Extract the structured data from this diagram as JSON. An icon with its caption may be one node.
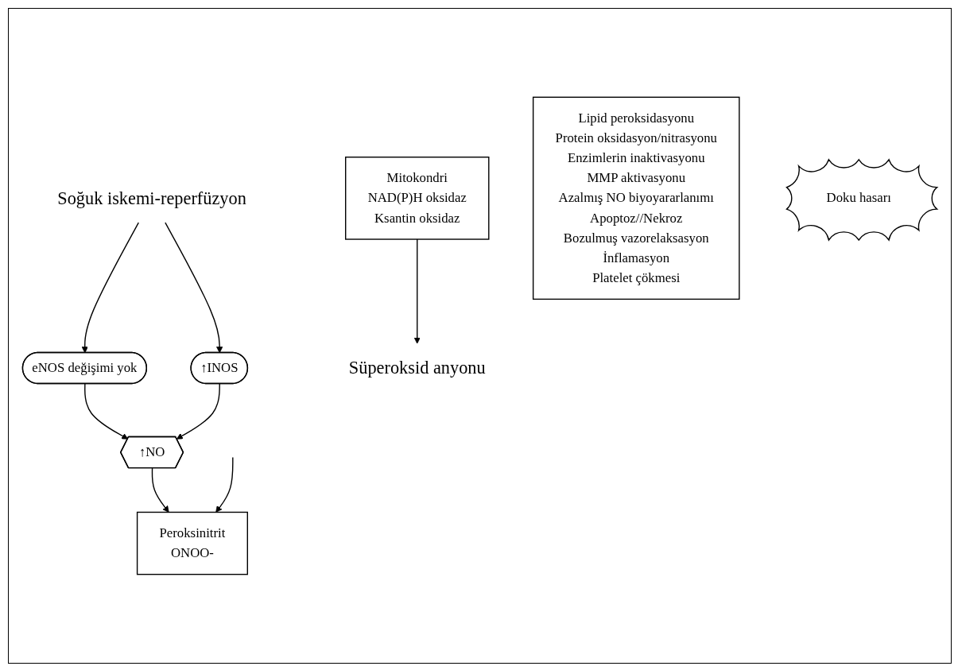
{
  "diagram": {
    "nodes": [
      {
        "text": [
          "Soğuk iskemi-reperfüzyon"
        ]
      },
      {
        "text": [
          "eNOS değişimi yok"
        ]
      },
      {
        "text": [
          "↑INOS"
        ]
      },
      {
        "text": [
          "Mitokondri",
          "NAD(P)H oksidaz",
          "Ksantin oksidaz"
        ]
      },
      {
        "text": [
          "↑NO"
        ]
      },
      {
        "text": [
          "Peroksinitrit",
          "ONOO-"
        ]
      },
      {
        "text": [
          "Süperoksid anyonu"
        ]
      },
      {
        "text": [
          "Lipid peroksidasyonu",
          "Protein oksidasyon/nitrasyonu",
          "Enzimlerin inaktivasyonu",
          "MMP aktivasyonu",
          "Azalmış NO biyoyararlanımı",
          "Apoptoz//Nekroz",
          "Bozulmuş vazorelaksasyon",
          "İnflamasyon",
          "Platelet çökmesi"
        ]
      },
      {
        "text": [
          "Doku hasarı"
        ]
      }
    ],
    "edges": [
      {
        "from": 0,
        "to": 1,
        "arrow": "to"
      },
      {
        "from": 0,
        "to": 2,
        "arrow": "to"
      },
      {
        "from": 1,
        "to": 4,
        "arrow": "to"
      },
      {
        "from": 2,
        "to": 4,
        "arrow": "to"
      },
      {
        "from": 3,
        "to": 6,
        "arrow": "to"
      },
      {
        "from": 4,
        "to": 5,
        "arrow": "to"
      },
      {
        "from": null,
        "to": 5,
        "arrow": "to"
      }
    ]
  }
}
